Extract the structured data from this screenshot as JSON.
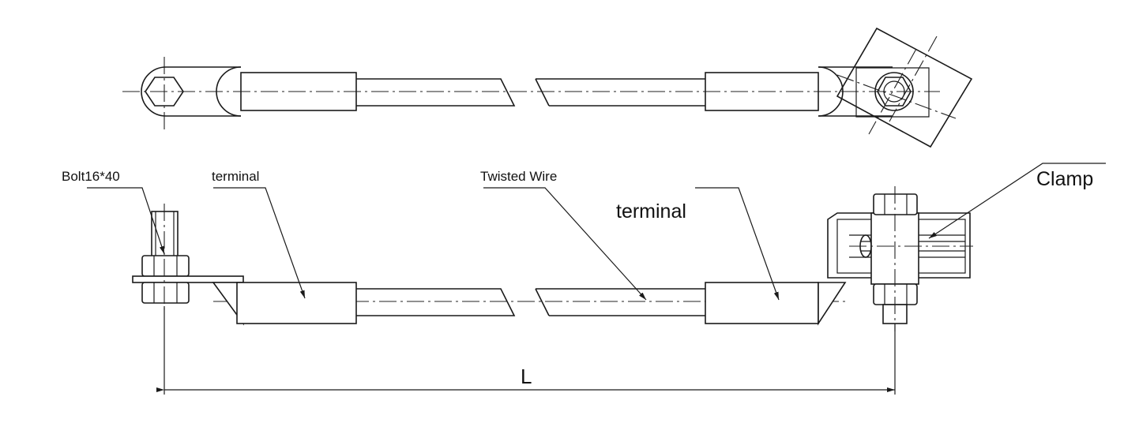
{
  "labels": {
    "bolt": "Bolt16*40",
    "terminal_left": "terminal",
    "twisted_wire": "Twisted Wire",
    "terminal_right": "terminal",
    "clamp": "Clamp",
    "length": "L"
  }
}
